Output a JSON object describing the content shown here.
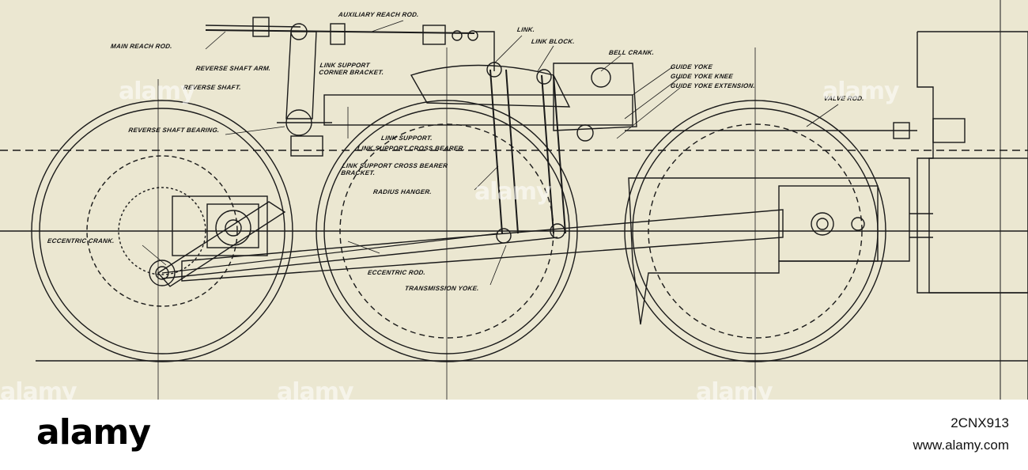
{
  "diagram": {
    "labels": {
      "auxiliary_reach_rod": "AUXILIARY REACH ROD.",
      "link": "LINK.",
      "link_block": "LINK BLOCK.",
      "main_reach_rod": "MAIN REACH ROD.",
      "bell_crank": "BELL CRANK.",
      "reverse_shaft_arm": "REVERSE SHAFT ARM.",
      "reverse_shaft": "REVERSE SHAFT.",
      "link_support_corner_bracket": "LINK SUPPORT CORNER BRACKET.",
      "guide_yoke": "GUIDE YOKE",
      "guide_yoke_knee": "GUIDE YOKE KNEE",
      "guide_yoke_extension": "GUIDE YOKE EXTENSION.",
      "valve_rod": "VALVE ROD.",
      "reverse_shaft_bearing": "REVERSE SHAFT BEARING.",
      "link_support": "LINK SUPPORT.",
      "link_support_cross_bearer": "LINK SUPPORT CROSS BEARER.",
      "link_support_cross_bearer_bracket": "LINK SUPPORT CROSS BEARER BRACKET.",
      "radius_hanger": "RADIUS HANGER.",
      "eccentric_crank": "ECCENTRIC CRANK.",
      "eccentric_rod": "ECCENTRIC ROD.",
      "transmission_yoke": "TRANSMISSION YOKE."
    },
    "watermarks": [
      "alamy",
      "alamy",
      "alamy",
      "alamy",
      "alamy",
      "alamy"
    ],
    "colors": {
      "paper": "#ebe7d1",
      "ink": "#1a1a1a"
    }
  },
  "footer": {
    "brand": "alamy",
    "image_id": "2CNX913",
    "site": "www.alamy.com"
  }
}
